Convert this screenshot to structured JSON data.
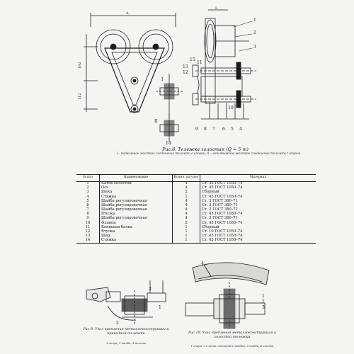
{
  "figure8": {
    "caption_title": "Рис.8. Тележка холостая (Q = 5 т)",
    "caption_body": "I – подвижное жесткое соединение тележки с опорой; II – неподвижное жесткое соединение тележки с опорой.",
    "callouts": [
      "1",
      "2",
      "3",
      "4",
      "5",
      "6",
      "7",
      "8",
      "9",
      "10",
      "11",
      "12",
      "13",
      "14",
      "15",
      "I",
      "II"
    ]
  },
  "parts_table": {
    "headers": {
      "no": "№ пол",
      "name": "Наименование",
      "qty": "Колич. на узел",
      "material": "Материал"
    },
    "rows": [
      {
        "no": "1",
        "name": "Каток холостой",
        "qty": "4",
        "material": "Ст. 35 ГОСТ 1050–74"
      },
      {
        "no": "2",
        "name": "Ось",
        "qty": "4",
        "material": "Ст. 45 ГОСТ 1050–74"
      },
      {
        "no": "3",
        "name": "Щека",
        "qty": "2",
        "material": "Сборный"
      },
      {
        "no": "4",
        "name": "Стяжка",
        "qty": "1",
        "material": "Ст. 45 ГОСТ 1050–74"
      },
      {
        "no": "5",
        "name": "Шайба регулировочная",
        "qty": "4",
        "material": "Ст. 3 ГОСТ 380–71"
      },
      {
        "no": "6",
        "name": "Шайба регулировочная",
        "qty": "4",
        "material": "Ст. 3 ГОСТ 380–71"
      },
      {
        "no": "7",
        "name": "Шайба регулировочная",
        "qty": "4",
        "material": "Ст. 3 ГОСТ 380–71"
      },
      {
        "no": "8",
        "name": "Втулка",
        "qty": "4",
        "material": "Ст. 45 ГОСТ 1050–74"
      },
      {
        "no": "9",
        "name": "Шайба регулировочная",
        "qty": "4",
        "material": "Ст. 3 ГОСТ 380–71"
      },
      {
        "no": "10",
        "name": "Фланец",
        "qty": "2",
        "material": "Ст. 45 ГОСТ 1050–74"
      },
      {
        "no": "11",
        "name": "Концевая балка",
        "qty": "1",
        "material": "Сборный"
      },
      {
        "no": "12",
        "name": "Втулка",
        "qty": "1",
        "material": "Ст. 10 ГОСТ 1050–74"
      },
      {
        "no": "13",
        "name": "Шар",
        "qty": "1",
        "material": "Ст. 45 ГОСТ 1050–74"
      },
      {
        "no": "14",
        "name": "Стяжка",
        "qty": "1",
        "material": "Ст. 45 ГОСТ 1050–74"
      }
    ]
  },
  "figure9": {
    "caption_title": "Рис.9. Узел крепления металлоконструкции и приводной тележки",
    "caption_body": "1-опора; 2-шайба; 3-шпонка"
  },
  "figure10": {
    "caption_title": "Рис.10. Узел крепления металлоконструкции и холостой тележки",
    "caption_body": "1-опора; 2-планка стопорная (шайба); 3-шайба; 4-шпонка"
  }
}
